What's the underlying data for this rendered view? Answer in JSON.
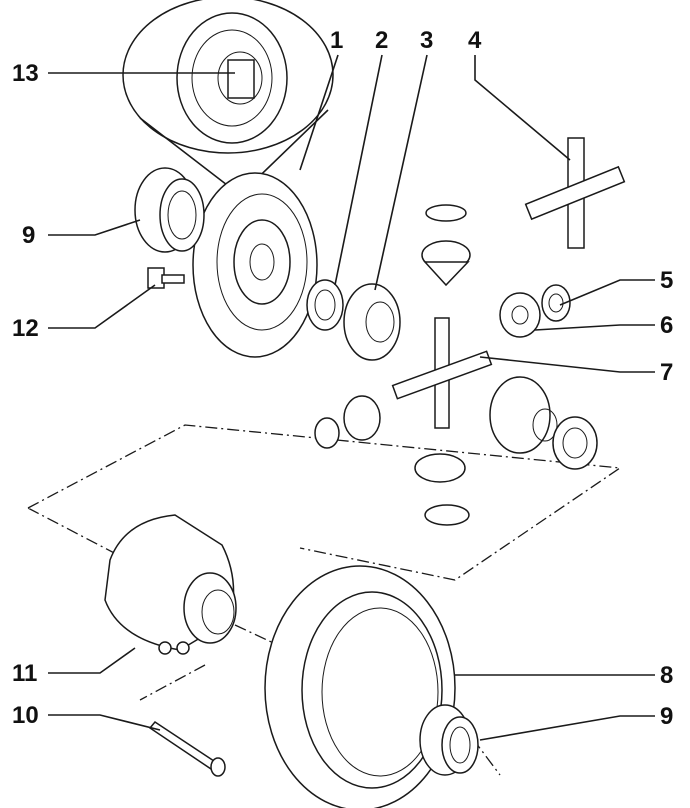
{
  "diagram": {
    "callouts": [
      {
        "id": "1",
        "text": "1"
      },
      {
        "id": "2",
        "text": "2"
      },
      {
        "id": "3",
        "text": "3"
      },
      {
        "id": "4",
        "text": "4"
      },
      {
        "id": "5",
        "text": "5"
      },
      {
        "id": "6",
        "text": "6"
      },
      {
        "id": "7",
        "text": "7"
      },
      {
        "id": "8",
        "text": "8"
      },
      {
        "id": "9a",
        "text": "9"
      },
      {
        "id": "9b",
        "text": "9"
      },
      {
        "id": "10",
        "text": "10"
      },
      {
        "id": "11",
        "text": "11"
      },
      {
        "id": "12",
        "text": "12"
      },
      {
        "id": "13",
        "text": "13"
      }
    ]
  }
}
